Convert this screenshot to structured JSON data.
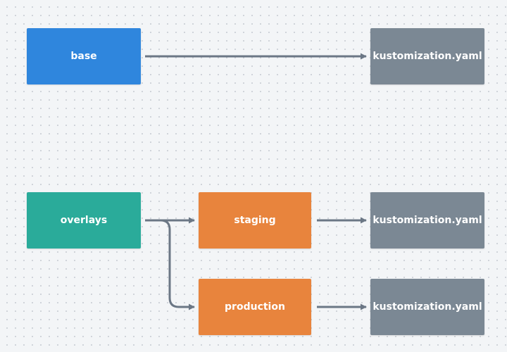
{
  "colors": {
    "base": "#2f86dd",
    "overlays": "#2aab9a",
    "env": "#e8843d",
    "file": "#7b8894",
    "edge": "#6b7785"
  },
  "nodes": {
    "base": "base",
    "overlays": "overlays",
    "staging": "staging",
    "production": "production",
    "kustomization_base": "kustomization.yaml",
    "kustomization_staging": "kustomization.yaml",
    "kustomization_production": "kustomization.yaml"
  }
}
